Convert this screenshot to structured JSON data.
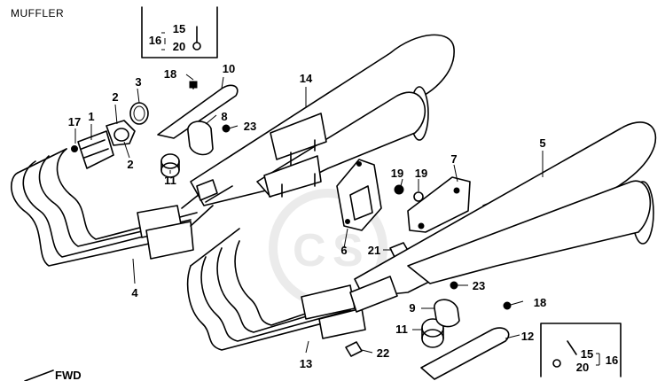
{
  "title": "MUFFLER",
  "fwd_label": "FWD",
  "callouts": {
    "c1": "1",
    "c2a": "2",
    "c2b": "2",
    "c3": "3",
    "c4": "4",
    "c5": "5",
    "c6": "6",
    "c7": "7",
    "c8": "8",
    "c9": "9",
    "c10": "10",
    "c11a": "11",
    "c11b": "11",
    "c12": "12",
    "c13": "13",
    "c14": "14",
    "c15a": "15",
    "c15b": "15",
    "c16a": "16",
    "c16b": "16",
    "c17": "17",
    "c18a": "18",
    "c18b": "18",
    "c19a": "19",
    "c19b": "19",
    "c20a": "20",
    "c20b": "20",
    "c21": "21",
    "c22": "22",
    "c23a": "23",
    "c23b": "23"
  }
}
